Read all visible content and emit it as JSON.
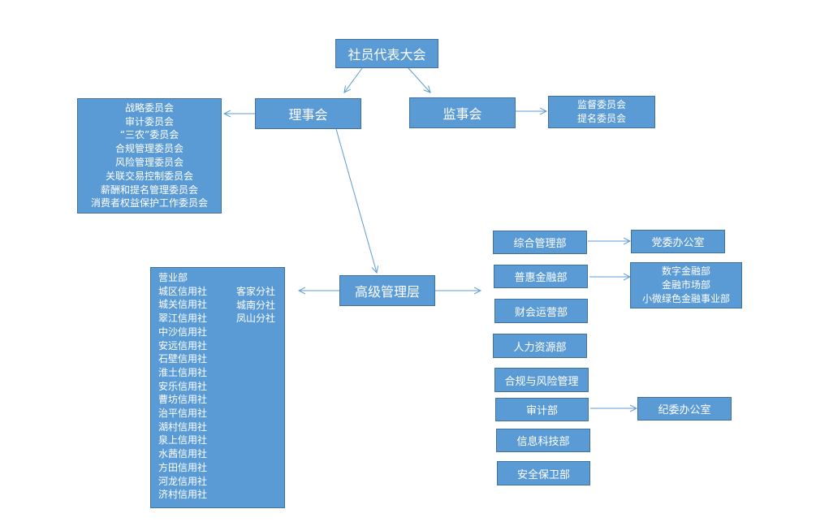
{
  "nodes": {
    "assembly": "社员代表大会",
    "board": "理事会",
    "supervisory": "监事会",
    "senior_management": "高级管理层"
  },
  "board_committees": [
    "战略委员会",
    "审计委员会",
    "“三农”委员会",
    "合规管理委员会",
    "风险管理委员会",
    "关联交易控制委员会",
    "薪酬和提名管理委员会",
    "消费者权益保护工作委员会"
  ],
  "supervisory_committees": [
    "监督委员会",
    "提名委员会"
  ],
  "branches": {
    "left_column": [
      "营业部",
      "城区信用社",
      "城关信用社",
      "翠江信用社",
      "中沙信用社",
      "安远信用社",
      "石壁信用社",
      "淮土信用社",
      "安乐信用社",
      "曹坊信用社",
      "治平信用社",
      "湖村信用社",
      "泉上信用社",
      "水茜信用社",
      "方田信用社",
      "河龙信用社",
      "济村信用社"
    ],
    "right_column": [
      "客家分社",
      "城南分社",
      "凤山分社"
    ]
  },
  "departments": [
    "综合管理部",
    "普惠金融部",
    "财会运营部",
    "人力资源部",
    "合规与风险管理",
    "审计部",
    "信息科技部",
    "安全保卫部"
  ],
  "sub_units": {
    "comprehensive": [
      "党委办公室"
    ],
    "inclusive": [
      "数字金融部",
      "金融市场部",
      "小微绿色金融事业部"
    ],
    "audit": [
      "纪委办公室"
    ]
  },
  "colors": {
    "box_fill": "#5b9bd5",
    "box_border": "#41719c",
    "connector": "#5b9bd5",
    "text": "#ffffff"
  }
}
